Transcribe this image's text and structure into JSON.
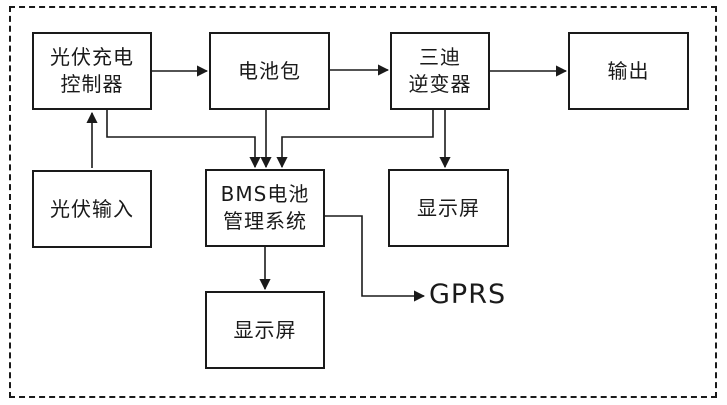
{
  "diagram": {
    "nodes": {
      "pv_controller": "光伏充电\n控制器",
      "battery_pack": "电池包",
      "inverter": "三迪\n逆变器",
      "output": "输出",
      "pv_input": "光伏输入",
      "bms": "BMS电池\n管理系统",
      "inverter_display": "显示屏",
      "bms_display": "显示屏",
      "gprs": "GPRS"
    },
    "edges": [
      {
        "from": "pv_input",
        "to": "pv_controller"
      },
      {
        "from": "pv_controller",
        "to": "battery_pack"
      },
      {
        "from": "battery_pack",
        "to": "inverter"
      },
      {
        "from": "inverter",
        "to": "output"
      },
      {
        "from": "pv_controller",
        "to": "bms"
      },
      {
        "from": "battery_pack",
        "to": "bms"
      },
      {
        "from": "inverter",
        "to": "bms"
      },
      {
        "from": "inverter",
        "to": "inverter_display"
      },
      {
        "from": "bms",
        "to": "bms_display"
      },
      {
        "from": "bms",
        "to": "gprs"
      }
    ],
    "colors": {
      "line": "#1a1a1a",
      "background": "#ffffff"
    }
  }
}
